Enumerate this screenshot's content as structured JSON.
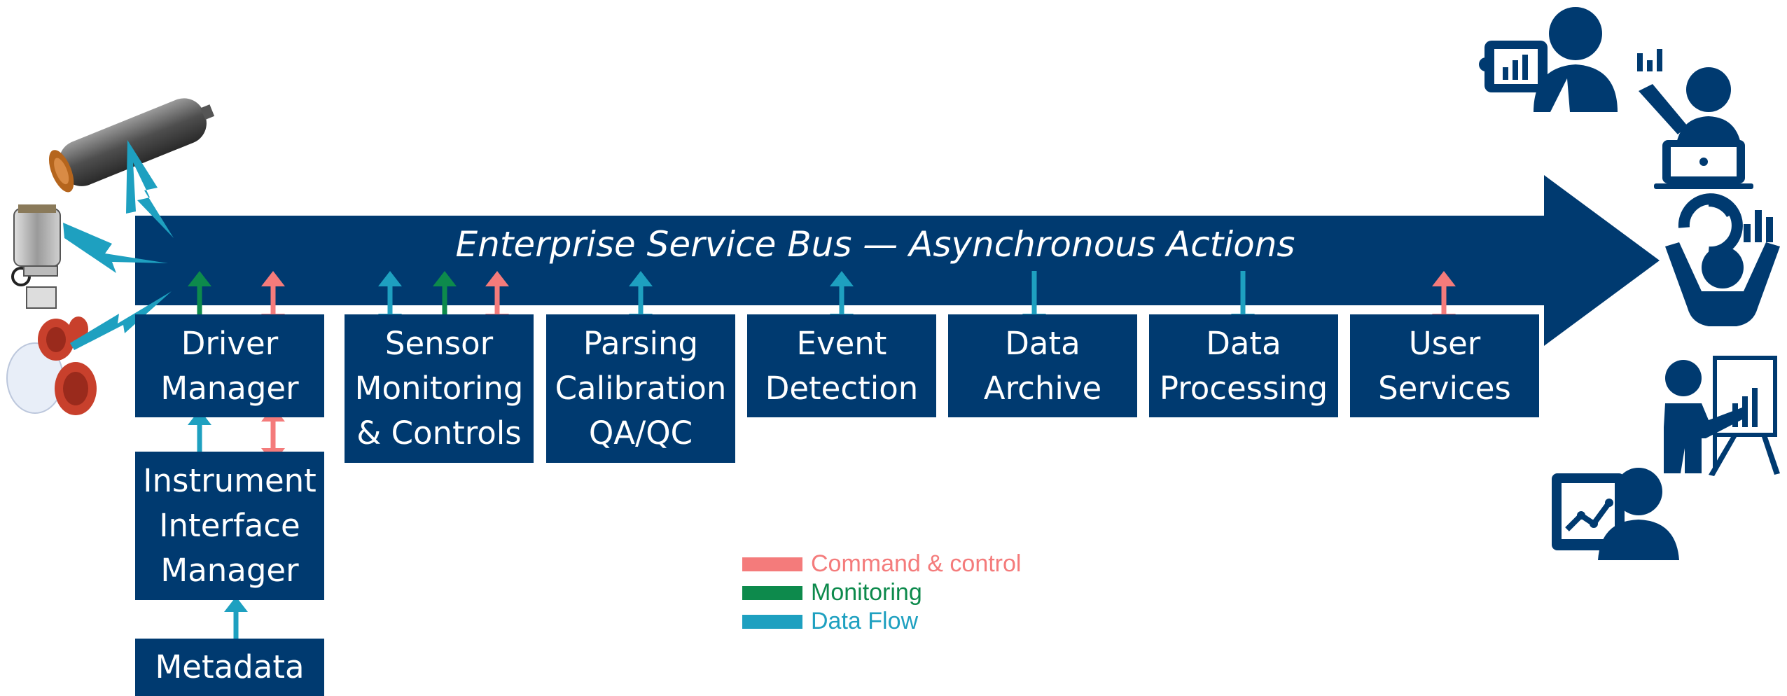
{
  "colors": {
    "navy": "#003a70",
    "command": "#f47b7b",
    "monitoring": "#0d8a4c",
    "dataflow": "#1ea0c0"
  },
  "bus": {
    "title": "Enterprise Service Bus — Asynchronous Actions"
  },
  "boxes": {
    "driver_manager": [
      "Driver",
      "Manager"
    ],
    "sensor_monitoring": [
      "Sensor",
      "Monitoring",
      "& Controls"
    ],
    "parsing": [
      "Parsing",
      "Calibration",
      "QA/QC"
    ],
    "event_detection": [
      "Event",
      "Detection"
    ],
    "data_archive": [
      "Data",
      "Archive"
    ],
    "data_processing": [
      "Data",
      "Processing"
    ],
    "user_services": [
      "User",
      "Services"
    ],
    "instrument_interface": [
      "Instrument",
      "Interface",
      "Manager"
    ],
    "metadata": [
      "Metadata"
    ]
  },
  "legend": {
    "command": "Command & control",
    "monitoring": "Monitoring",
    "dataflow": "Data Flow"
  },
  "icons": {
    "instruments": [
      "hydrophone-instrument-icon",
      "pump-sensor-icon",
      "float-sensor-icon"
    ],
    "wireless": "wireless-link-icon",
    "users": [
      "presenter-user-icon",
      "laptop-user-icon",
      "analytics-user-icon",
      "whiteboard-user-icon",
      "monitor-user-icon"
    ]
  }
}
